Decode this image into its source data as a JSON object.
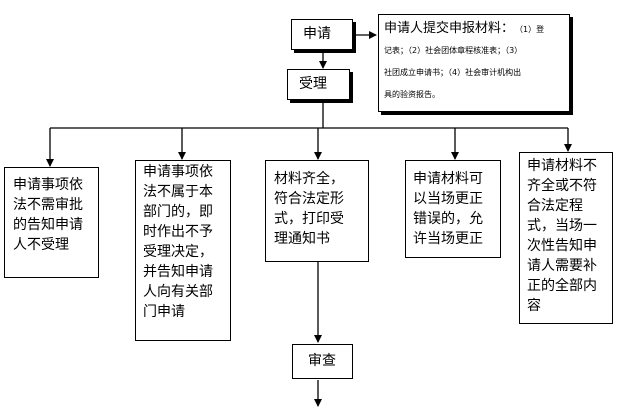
{
  "flow": {
    "apply": "申请",
    "materials": {
      "title": "申请人提交申报材料：",
      "line1": "（1）登",
      "line2": "记表；（2）社会团体章程核准表；（3）",
      "line3": "社团成立申请书；（4）社会审计机构出",
      "line4": "具的验资报告。"
    },
    "accept": "受理",
    "branches": [
      "申请事项依\n法不需审批\n的告知申请\n人不受理",
      "申请事项依\n法不属于本\n部门的，即\n时作出不予\n受理决定，\n并告知申请\n人向有关部\n门申请",
      "材料齐全，\n符合法定形\n式，打印受\n理通知书",
      "申请材料可\n以当场更正\n错误的，允\n许当场更正",
      "申请材料不\n齐全或不符\n合法定程\n式，当场一\n次性告知申\n请人需要补\n正的全部内\n容"
    ],
    "review": "审查"
  }
}
